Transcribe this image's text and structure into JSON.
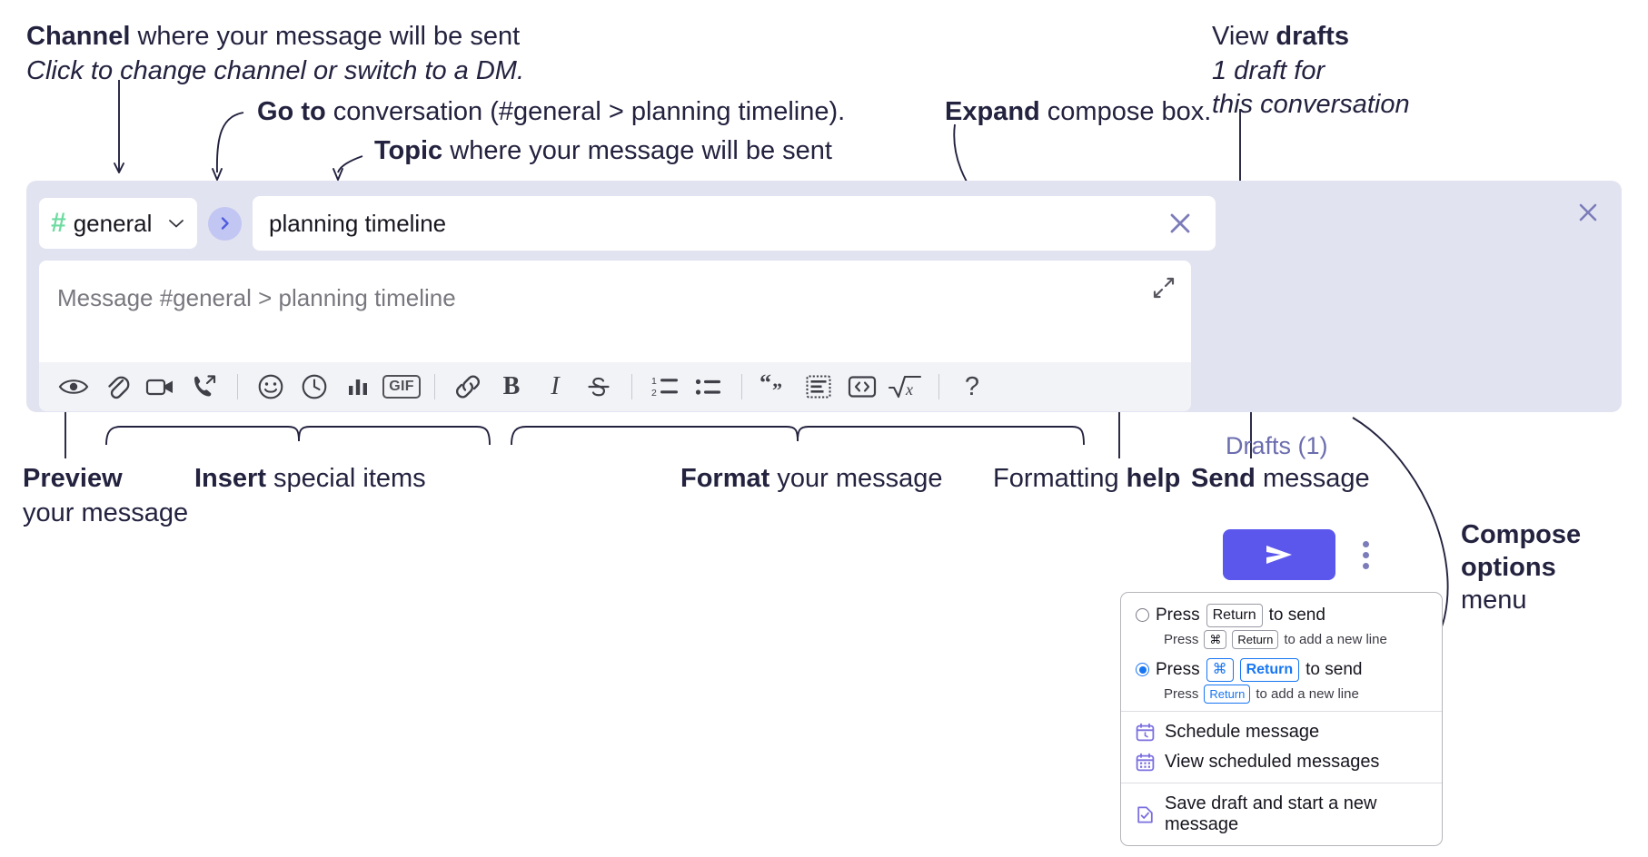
{
  "annotations": {
    "channel": {
      "bold": "Channel",
      "rest": " where your message will be sent",
      "sub": "Click to change channel or switch to a DM."
    },
    "goto": {
      "bold": "Go to",
      "rest": " conversation (#general > planning timeline)."
    },
    "topic": {
      "bold": "Topic",
      "rest": " where your message will be sent"
    },
    "expand": {
      "bold": "Expand",
      "rest": " compose box."
    },
    "drafts": {
      "pre": "View ",
      "bold": "drafts",
      "sub1": "1 draft for",
      "sub2": "this conversation"
    },
    "preview": {
      "bold": "Preview",
      "sub": "your message"
    },
    "insert": {
      "bold": "Insert",
      "rest": " special items"
    },
    "format": {
      "bold": "Format",
      "rest": " your message"
    },
    "help": {
      "pre": "Formatting ",
      "bold": "help"
    },
    "send": {
      "bold": "Send",
      "rest": " message"
    },
    "compose_options": {
      "bold1": "Compose",
      "bold2": "options",
      "rest": "menu"
    }
  },
  "compose": {
    "channel_name": "general",
    "hash_symbol": "#",
    "topic_value": "planning timeline",
    "message_placeholder": "Message #general > planning timeline",
    "drafts_label": "Drafts (1)",
    "toolbar": [
      {
        "name": "preview-icon",
        "label": "Preview"
      },
      {
        "name": "attachment-icon",
        "label": "Attach file"
      },
      {
        "name": "video-icon",
        "label": "Record video"
      },
      {
        "name": "audio-call-icon",
        "label": "Record audio"
      },
      {
        "name": "separator",
        "label": ""
      },
      {
        "name": "emoji-icon",
        "label": "Emoji"
      },
      {
        "name": "clock-icon",
        "label": "Reminder"
      },
      {
        "name": "poll-icon",
        "label": "Poll"
      },
      {
        "name": "gif-icon",
        "label": "GIF"
      },
      {
        "name": "separator",
        "label": ""
      },
      {
        "name": "link-icon",
        "label": "Link"
      },
      {
        "name": "bold-icon",
        "label": "B"
      },
      {
        "name": "italic-icon",
        "label": "I"
      },
      {
        "name": "strikethrough-icon",
        "label": "S"
      },
      {
        "name": "separator",
        "label": ""
      },
      {
        "name": "ordered-list-icon",
        "label": "Numbered list"
      },
      {
        "name": "bullet-list-icon",
        "label": "Bulleted list"
      },
      {
        "name": "separator",
        "label": ""
      },
      {
        "name": "blockquote-icon",
        "label": "Quote"
      },
      {
        "name": "code-snippet-icon",
        "label": "Code snippet"
      },
      {
        "name": "code-block-icon",
        "label": "Code block"
      },
      {
        "name": "math-icon",
        "label": "Math"
      },
      {
        "name": "separator",
        "label": ""
      },
      {
        "name": "help-icon",
        "label": "?"
      }
    ]
  },
  "dropdown": {
    "option1": {
      "pre": "Press",
      "key": "Return",
      "post": "to send",
      "hint_pre": "Press",
      "hint_key1": "⌘",
      "hint_key2": "Return",
      "hint_post": "to add a new line",
      "selected": false
    },
    "option2": {
      "pre": "Press",
      "key1": "⌘",
      "key2": "Return",
      "post": "to send",
      "hint_pre": "Press",
      "hint_key": "Return",
      "hint_post": "to add a new line",
      "selected": true
    },
    "items": [
      {
        "icon": "calendar-clock-icon",
        "label": "Schedule message"
      },
      {
        "icon": "calendar-grid-icon",
        "label": "View scheduled messages"
      },
      {
        "icon": "save-draft-icon",
        "label": "Save draft and start a new message"
      }
    ]
  },
  "colors": {
    "panel_bg": "#e2e3f0",
    "send_button": "#5b57ec",
    "hash_green": "#6ddba0",
    "drafts_text": "#6b6dae",
    "goto_circle": "#c2c6f2",
    "accent_blue": "#1876f2",
    "menu_icon_purple": "#7a6fe0"
  }
}
